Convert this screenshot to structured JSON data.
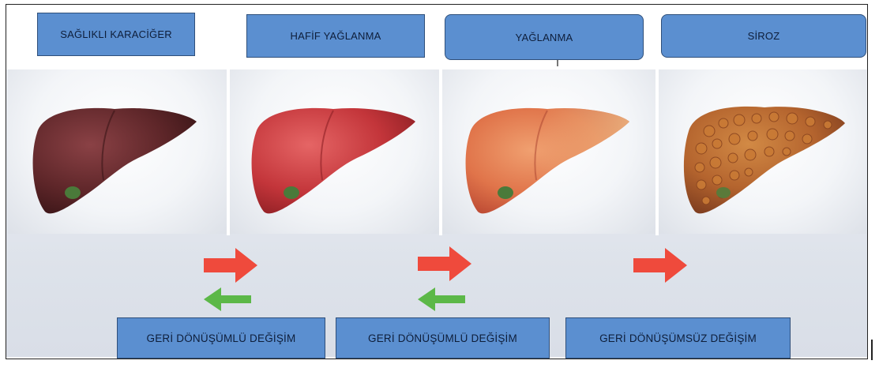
{
  "stages": [
    {
      "label": "SAĞLIKLI KARACİĞER",
      "icon": "healthy-liver-icon"
    },
    {
      "label": "HAFİF YAĞLANMA",
      "icon": "mild-fatty-liver-icon"
    },
    {
      "label": "YAĞLANMA",
      "icon": "fatty-liver-icon"
    },
    {
      "label": "SİROZ",
      "icon": "cirrhosis-liver-icon"
    }
  ],
  "changes": [
    {
      "label": "GERİ DÖNÜŞÜMLÜ DEĞİŞİM"
    },
    {
      "label": "GERİ DÖNÜŞÜMLÜ DEĞİŞİM"
    },
    {
      "label": "GERİ DÖNÜŞÜMSÜZ DEĞİŞİM"
    }
  ],
  "colors": {
    "box_fill": "#5b8fd0",
    "forward_arrow": "#ef4a3c",
    "reverse_arrow": "#5cb848",
    "healthy": "#6a2b2c",
    "mild": "#c9383c",
    "fatty": "#d4693d",
    "cirrhosis": "#b8652d"
  }
}
